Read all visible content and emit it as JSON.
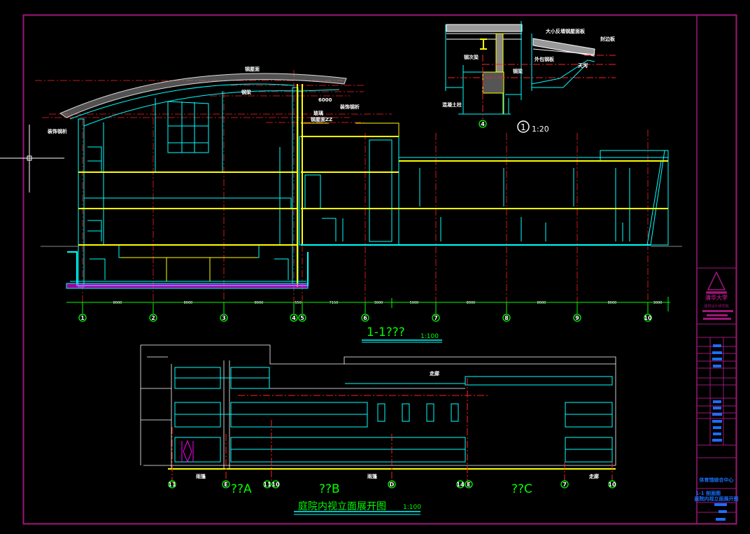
{
  "section": {
    "title": "1-1???",
    "scale": "1:100",
    "labels": {
      "roof": "钢屋面",
      "beam": "钢梁",
      "left_truss": "装饰钢析",
      "right_truss": "装饰钢析",
      "dim_top": "6000",
      "canopy": "玻璃",
      "canopy2": "钢屋面ZZ"
    },
    "axes": [
      "1",
      "2",
      "3",
      "4",
      "5",
      "6",
      "7",
      "8",
      "9",
      "10"
    ],
    "dimensions": [
      "8000",
      "8000",
      "8000",
      "550",
      "7150",
      "3000",
      "5900",
      "8000",
      "8000",
      "8000",
      "3000"
    ]
  },
  "detail": {
    "number": "1",
    "scale": "1:20",
    "axis": "4",
    "labels": {
      "roof_panel": "大小反墙钢屋面板",
      "edge_board": "封边板",
      "secondary_beam": "钢次梁",
      "beam": "钢梁",
      "cladding": "外包钢板",
      "gutter": "天沟",
      "column": "混凝土柱"
    }
  },
  "elevation": {
    "title": "庭院内视立面展开图",
    "scale": "1:100",
    "segments": [
      "??A",
      "??B",
      "??C"
    ],
    "axes": [
      "11",
      "E",
      "11",
      "10",
      "D",
      "14",
      "E",
      "7",
      "10"
    ],
    "labels": [
      "雨篷",
      "走廊",
      "雨篷",
      "走廊"
    ]
  },
  "title_block": {
    "school": "清华大学",
    "institute": "建筑设计研究院",
    "project": "体育馆综合中心",
    "drawing_1": "1-1 剖面图",
    "drawing_2": "庭院内视立面展开图"
  },
  "colors": {
    "frame": "#a0167a",
    "axis": "#00ff00",
    "wall": "#00ffff",
    "floor": "#ffff00",
    "grid": "#ff0000"
  }
}
